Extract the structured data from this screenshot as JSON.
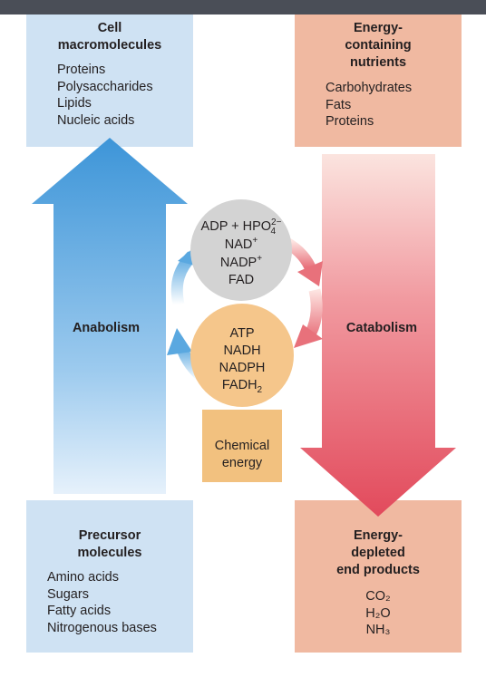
{
  "top_left": {
    "title_lines": [
      "Cell",
      "macromolecules"
    ],
    "items": [
      "Proteins",
      "Polysaccharides",
      "Lipids",
      "Nucleic acids"
    ]
  },
  "top_right": {
    "title_lines": [
      "Energy-",
      "containing",
      "nutrients"
    ],
    "items": [
      "Carbohydrates",
      "Fats",
      "Proteins"
    ]
  },
  "bottom_left": {
    "title_lines": [
      "Precursor",
      "molecules"
    ],
    "items": [
      "Amino acids",
      "Sugars",
      "Fatty acids",
      "Nitrogenous bases"
    ]
  },
  "bottom_right": {
    "title_lines": [
      "Energy-",
      "depleted",
      "end products"
    ],
    "items": [
      "CO₂",
      "H₂O",
      "NH₃"
    ]
  },
  "anabolism_label": "Anabolism",
  "catabolism_label": "Catabolism",
  "grey_circle": {
    "line1_base": "ADP + HPO",
    "line1_sup": "2−",
    "line1_sub": "4",
    "line2_base": "NAD",
    "line2_sup": "+",
    "line3_base": "NADP",
    "line3_sup": "+",
    "line4": "FAD"
  },
  "orange_circle": {
    "lines": [
      "ATP",
      "NADH",
      "NADPH"
    ],
    "line4_base": "FADH",
    "line4_sub": "2"
  },
  "energy_box": [
    "Chemical",
    "energy"
  ],
  "colors": {
    "blue_box": "#cfe2f3",
    "salmon_box": "#f0b9a1",
    "anabolism_arrow": "#4a9fdc",
    "catabolism_arrow": "#e4505f",
    "grey_circle": "#d3d3d3",
    "orange_circle": "#f5c68b",
    "energy_box": "#f2c17f"
  }
}
